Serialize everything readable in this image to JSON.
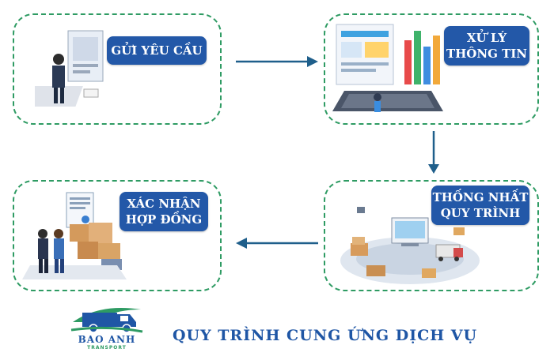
{
  "steps": [
    {
      "id": "request",
      "lines": [
        "GỬI YÊU CẦU"
      ]
    },
    {
      "id": "process",
      "lines": [
        "XỬ LÝ",
        "THÔNG TIN"
      ]
    },
    {
      "id": "unify",
      "lines": [
        "THỐNG NHẤT",
        "QUY TRÌNH"
      ]
    },
    {
      "id": "confirm",
      "lines": [
        "XÁC NHẬN",
        "HỢP ĐỒNG"
      ]
    }
  ],
  "footer": {
    "title": "QUY TRÌNH CUNG ỨNG DỊCH VỤ",
    "logo_name": "BAO ANH",
    "logo_sub": "TRANSPORT"
  },
  "colors": {
    "border": "#2e9b63",
    "label_bg": "#2358a8",
    "arrow": "#1f5f8b",
    "title": "#1f56a5"
  }
}
